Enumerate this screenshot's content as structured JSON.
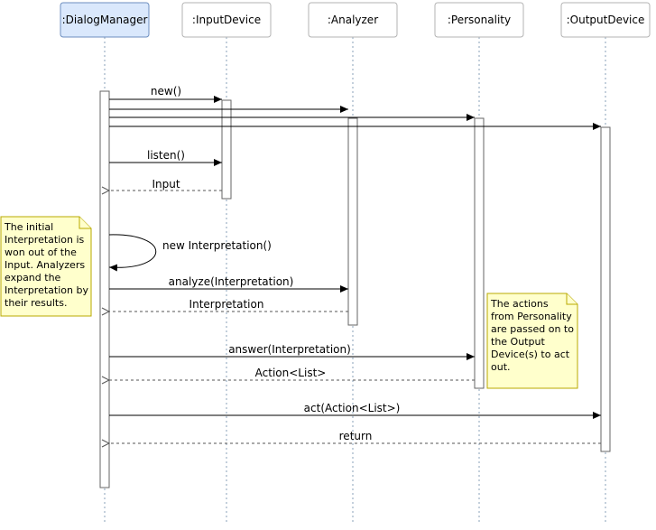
{
  "lifelines": [
    {
      "id": "dm",
      "label": ":DialogManager"
    },
    {
      "id": "in",
      "label": ":InputDevice"
    },
    {
      "id": "an",
      "label": ":Analyzer"
    },
    {
      "id": "pe",
      "label": ":Personality"
    },
    {
      "id": "ou",
      "label": ":OutputDevice"
    }
  ],
  "messages": [
    {
      "id": "m1",
      "label": "new()"
    },
    {
      "id": "m2",
      "label": ""
    },
    {
      "id": "m3",
      "label": ""
    },
    {
      "id": "m4",
      "label": ""
    },
    {
      "id": "m5",
      "label": "listen()"
    },
    {
      "id": "m6",
      "label": "Input"
    },
    {
      "id": "m7",
      "label": "new Interpretation()"
    },
    {
      "id": "m8",
      "label": "analyze(Interpretation)"
    },
    {
      "id": "m9",
      "label": "Interpretation"
    },
    {
      "id": "m10",
      "label": "answer(Interpretation)"
    },
    {
      "id": "m11",
      "label": "Action<List>"
    },
    {
      "id": "m12",
      "label": "act(Action<List>)"
    },
    {
      "id": "m13",
      "label": "return"
    }
  ],
  "notes": {
    "left": [
      "The initial",
      "Interpretation is",
      "won out of the",
      "Input. Analyzers",
      "expand the",
      "Interpretation by",
      "their results."
    ],
    "right": [
      "The actions",
      "from Personality",
      "are passed on to",
      "the Output",
      "Device(s) to act",
      "out."
    ]
  }
}
